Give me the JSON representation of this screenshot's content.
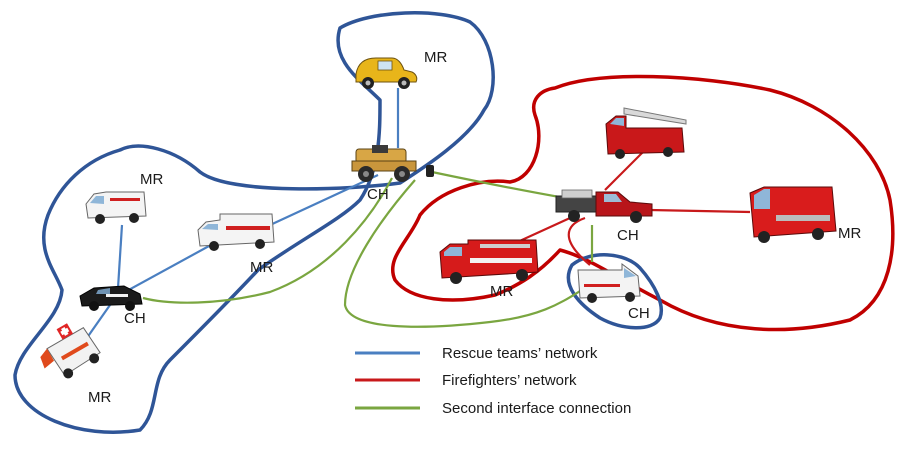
{
  "colors": {
    "rescue": "#4a7fc1",
    "firefighters": "#c8191b",
    "second_interface": "#7aa640",
    "boundary_rescue": "#2f5597",
    "boundary_fire": "#c00000"
  },
  "nodes": {
    "taxi": {
      "label": "MR",
      "icon": "yellow-vintage-car-icon"
    },
    "bulldozer": {
      "label": "CH",
      "icon": "bulldozer-icon"
    },
    "ambulance_top": {
      "label": "MR",
      "icon": "ambulance-icon"
    },
    "ambulance_mid": {
      "label": "MR",
      "icon": "ambulance-icon"
    },
    "police_car": {
      "label": "CH",
      "icon": "police-car-icon"
    },
    "ambulance_bottom": {
      "label": "MR",
      "icon": "ambulance-icon"
    },
    "ladder_truck": {
      "icon": "ladder-fire-truck-icon"
    },
    "fire_pickup": {
      "label": "CH",
      "icon": "fire-pickup-truck-icon"
    },
    "fire_truck_right": {
      "label": "MR",
      "icon": "fire-truck-icon"
    },
    "fire_engine": {
      "label": "MR",
      "icon": "fire-engine-icon"
    },
    "ambulance_small": {
      "label": "CH",
      "icon": "ambulance-icon"
    }
  },
  "legend": [
    {
      "label": "Rescue teams’ network",
      "color": "#4a7fc1"
    },
    {
      "label": "Firefighters’ network",
      "color": "#c8191b"
    },
    {
      "label": "Second interface connection",
      "color": "#7aa640"
    }
  ]
}
